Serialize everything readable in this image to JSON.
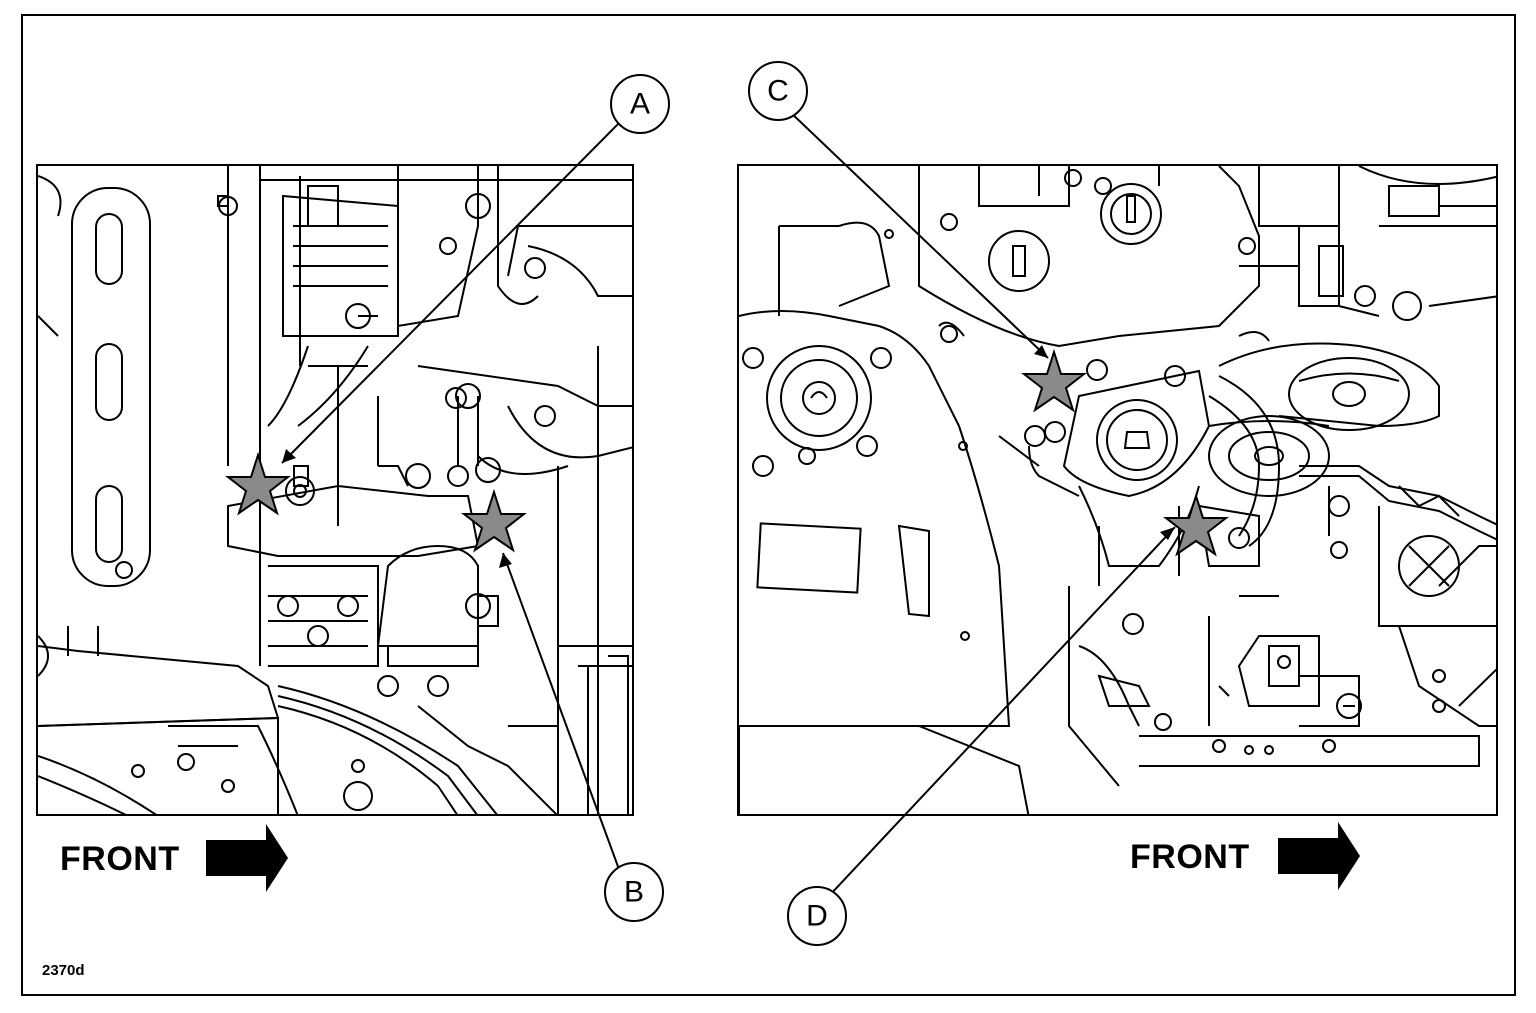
{
  "figure": {
    "code": "2370d",
    "front_label": "FRONT",
    "callouts": {
      "a": "A",
      "b": "B",
      "c": "C",
      "d": "D"
    },
    "colors": {
      "line": "#000000",
      "marker_star": "#8a8a8a",
      "background": "#ffffff"
    }
  }
}
